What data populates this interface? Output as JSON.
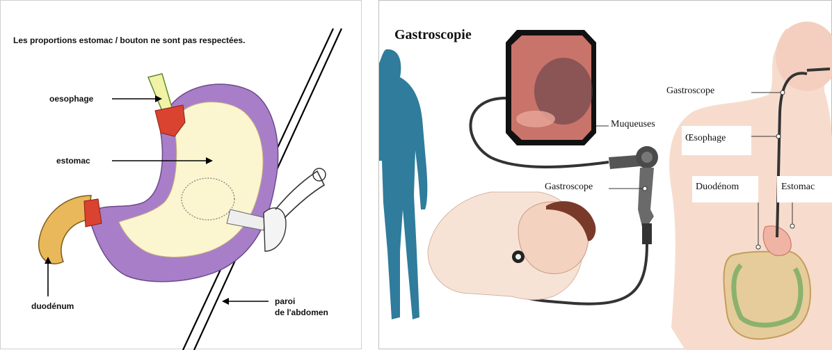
{
  "left_panel": {
    "note": "Les proportions estomac / bouton ne sont pas respectées.",
    "labels": {
      "oesophage": "oesophage",
      "estomac": "estomac",
      "duodenum": "duodénum",
      "paroi": "paroi",
      "abdomen": "de l'abdomen"
    }
  },
  "right_panel": {
    "title": "Gastroscopie",
    "labels": {
      "muqueuses": "Muqueuses",
      "gastroscope_device": "Gastroscope",
      "gastroscope_body": "Gastroscope",
      "oesophage": "Œsophage",
      "duodenom": "Duodénom",
      "estomac": "Estomac"
    }
  },
  "colors": {
    "stomach_wall": "#a97ec9",
    "stomach_inner": "#fbf6cf",
    "esophagus": "#f2f2a6",
    "sphincter": "#d9432f",
    "duodenum": "#e8b85a",
    "silhouette": "#2f7c9c",
    "skin": "#f7dccd",
    "tube": "#333333"
  }
}
